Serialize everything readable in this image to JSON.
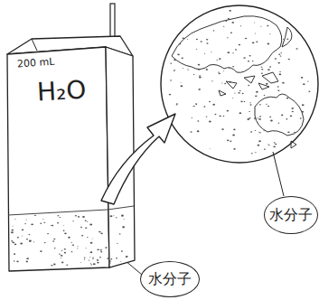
{
  "diagram": {
    "nodes": [
      {
        "text": [
          "200 mL",
          "H₂O"
        ]
      },
      {
        "text": [
          "水分子"
        ]
      },
      {
        "text": [
          "水分子"
        ]
      }
    ]
  }
}
